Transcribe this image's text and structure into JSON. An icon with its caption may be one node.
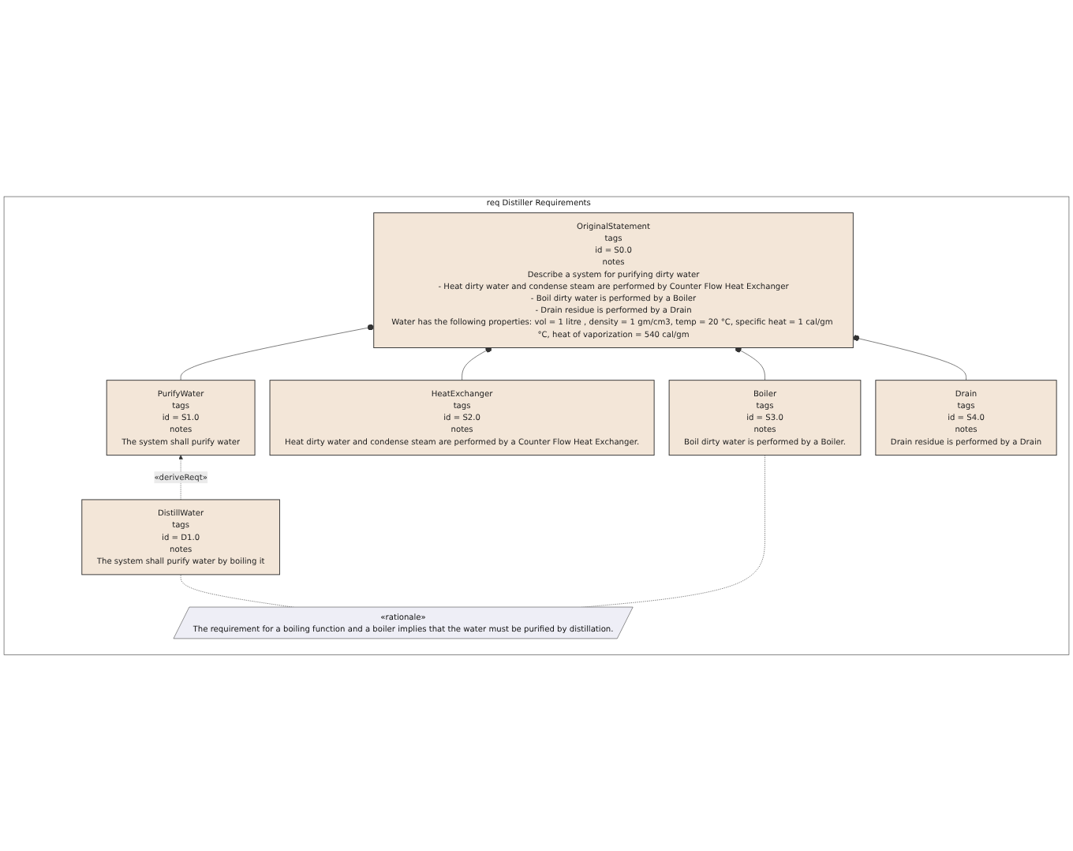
{
  "diagram": {
    "nodes": [
      {
        "text": [
          "req Distiller Requirements"
        ]
      },
      {
        "text": [
          "OriginalStatement",
          "tags",
          "id = S0.0",
          "notes",
          "Describe a system for purifying dirty water",
          "- Heat dirty water and condense steam are performed by Counter Flow Heat Exchanger",
          "- Boil dirty water is performed by a Boiler",
          "- Drain residue is performed by a Drain",
          "Water has the following properties: vol = 1 litre , density = 1 gm/cm3, temp = 20 °C, specific heat = 1 cal/gm °C, heat of vaporization = 540 cal/gm"
        ],
        "in": 0
      },
      {
        "text": [
          "PurifyWater",
          "tags",
          "id = S1.0",
          "notes",
          "The system shall purify water"
        ],
        "in": 0
      },
      {
        "text": [
          "HeatExchanger",
          "tags",
          "id = S2.0",
          "notes",
          "Heat dirty water and condense steam are performed by a Counter Flow Heat Exchanger."
        ],
        "in": 0
      },
      {
        "text": [
          "Boiler",
          "tags",
          "id = S3.0",
          "notes",
          "Boil dirty water is performed by a Boiler."
        ],
        "in": 0
      },
      {
        "text": [
          "Drain",
          "tags",
          "id = S4.0",
          "notes",
          "Drain residue is performed by a Drain"
        ],
        "in": 0
      },
      {
        "text": [
          "DistillWater",
          "tags",
          "id = D1.0",
          "notes",
          "The system shall purify water by boiling it"
        ],
        "in": 0
      },
      {
        "text": [
          "«rationale»",
          "The requirement for a boiling function and a boiler implies that the water must be purified by distillation."
        ],
        "in": 0
      }
    ],
    "edges": [
      {
        "from": 1,
        "to": 2,
        "arrow": "other"
      },
      {
        "from": 1,
        "to": 3,
        "arrow": "other"
      },
      {
        "from": 1,
        "to": 4,
        "arrow": "other"
      },
      {
        "from": 1,
        "to": 5,
        "arrow": "other"
      },
      {
        "from": 6,
        "to": 2,
        "arrow": "to",
        "label": "«deriveReqt»",
        "style": "dashed"
      },
      {
        "from": 7,
        "to": 4,
        "arrow": "none",
        "style": "dashed"
      },
      {
        "from": 7,
        "to": 6,
        "arrow": "none",
        "style": "dashed"
      }
    ]
  }
}
